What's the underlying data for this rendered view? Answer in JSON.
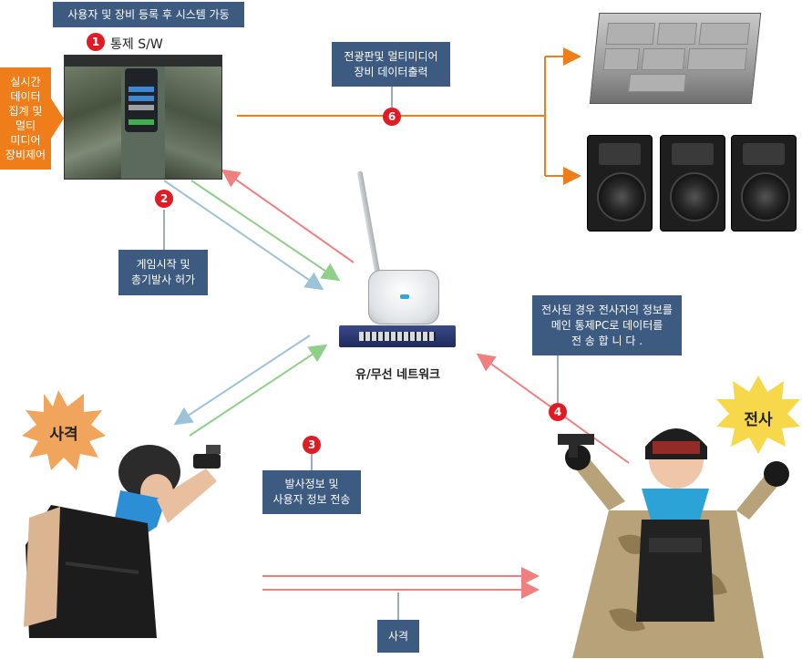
{
  "top_label": "사용자 및 장비 등록 후 시스템 가동",
  "orange_tag": "실시간\n데이터\n집계 및\n멀티\n미디어\n장비제어",
  "steps": {
    "s1": {
      "num": "1",
      "label": "통제 S/W"
    },
    "s2": {
      "num": "2"
    },
    "s3": {
      "num": "3"
    },
    "s4": {
      "num": "4"
    },
    "s6": {
      "num": "6"
    }
  },
  "boxes": {
    "display_output": "전광판및 멀티미디어\n장비 데이터출력",
    "game_start": "게임시작 및\n총기발사 허가",
    "hit_info": "전사된 경우 전사자의 정보를\n메인 통제PC로 데이터를\n전 송 합 니 다 .",
    "fire_info": "발사정보 및\n사용자 정보 전송",
    "shoot": "사격"
  },
  "network_label": "유/무선 네트워크",
  "bursts": {
    "shooting": "사격",
    "killed": "전사"
  },
  "icons": [
    "control-screen-icon",
    "display-board-icon",
    "speaker-icon",
    "wireless-ap-icon",
    "network-switch-icon",
    "shooter-figure",
    "hit-person-figure"
  ],
  "colors": {
    "box": "#3d5a80",
    "orange": "#ef7d1a",
    "badge": "#e01b24",
    "red_line": "#f08080",
    "green_line": "#8fcf8a",
    "blue_line": "#9cc3d8",
    "burst_orange": "#f0a45c",
    "burst_yellow": "#f6d84a"
  }
}
